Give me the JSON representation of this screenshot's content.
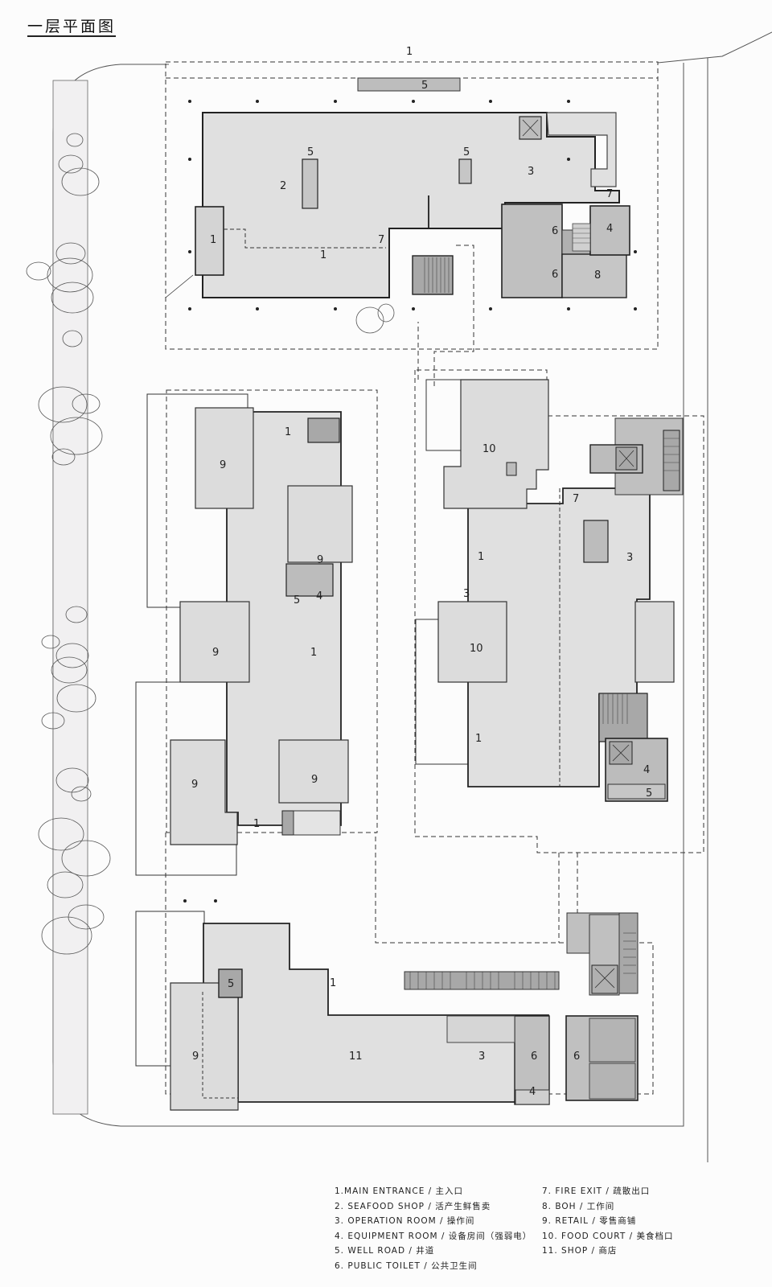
{
  "title": "一层平面图",
  "colors": {
    "background": "#fcfcfc",
    "floor_fill": "#e0e0e0",
    "service_fill": "#c0c0c0",
    "core_fill": "#a8a8a8",
    "road_strip": "#f1f0f1",
    "wall": "#222222"
  },
  "site_labels": {
    "top_entrance": "1",
    "top_well_road": "5"
  },
  "buildings": {
    "north": {
      "rooms": [
        {
          "id": "1",
          "label": "1"
        },
        {
          "id": "1b",
          "label": "1"
        },
        {
          "id": "2",
          "label": "2"
        },
        {
          "id": "3",
          "label": "3"
        },
        {
          "id": "4",
          "label": "4"
        },
        {
          "id": "5a",
          "label": "5"
        },
        {
          "id": "5b",
          "label": "5"
        },
        {
          "id": "6a",
          "label": "6"
        },
        {
          "id": "6b",
          "label": "6"
        },
        {
          "id": "7a",
          "label": "7"
        },
        {
          "id": "7b",
          "label": "7"
        },
        {
          "id": "8",
          "label": "8"
        }
      ]
    },
    "west": {
      "rooms": [
        {
          "id": "1a",
          "label": "1"
        },
        {
          "id": "1b",
          "label": "1"
        },
        {
          "id": "1c",
          "label": "1"
        },
        {
          "id": "9a",
          "label": "9"
        },
        {
          "id": "9b",
          "label": "9"
        },
        {
          "id": "9c",
          "label": "9"
        },
        {
          "id": "9d",
          "label": "9"
        },
        {
          "id": "9e",
          "label": "9"
        },
        {
          "id": "4",
          "label": "4"
        },
        {
          "id": "5",
          "label": "5"
        }
      ]
    },
    "east": {
      "rooms": [
        {
          "id": "10a",
          "label": "10"
        },
        {
          "id": "10b",
          "label": "10"
        },
        {
          "id": "1a",
          "label": "1"
        },
        {
          "id": "1b",
          "label": "1"
        },
        {
          "id": "3",
          "label": "3"
        },
        {
          "id": "3s",
          "label": "3"
        },
        {
          "id": "7",
          "label": "7"
        },
        {
          "id": "4",
          "label": "4"
        },
        {
          "id": "5",
          "label": "5"
        }
      ]
    },
    "south": {
      "rooms": [
        {
          "id": "1",
          "label": "1"
        },
        {
          "id": "5",
          "label": "5"
        },
        {
          "id": "9",
          "label": "9"
        },
        {
          "id": "11",
          "label": "11"
        },
        {
          "id": "3",
          "label": "3"
        },
        {
          "id": "6a",
          "label": "6"
        },
        {
          "id": "6b",
          "label": "6"
        },
        {
          "id": "4",
          "label": "4"
        }
      ]
    }
  },
  "legend": {
    "column_1": [
      "1.MAIN ENTRANCE  / 主入口",
      "2. SEAFOOD SHOP  / 活产生鲜售卖",
      "3. OPERATION ROOM  / 操作间",
      "4. EQUIPMENT ROOM  / 设备房间（强弱电）",
      "5. WELL ROAD  / 井道",
      "6. PUBLIC TOILET  / 公共卫生间"
    ],
    "column_2": [
      "7. FIRE EXIT  / 疏散出口",
      "8. BOH  / 工作间",
      "9. RETAIL  / 零售商铺",
      "10. FOOD COURT  / 美食档口",
      "11. SHOP  / 商店"
    ]
  }
}
